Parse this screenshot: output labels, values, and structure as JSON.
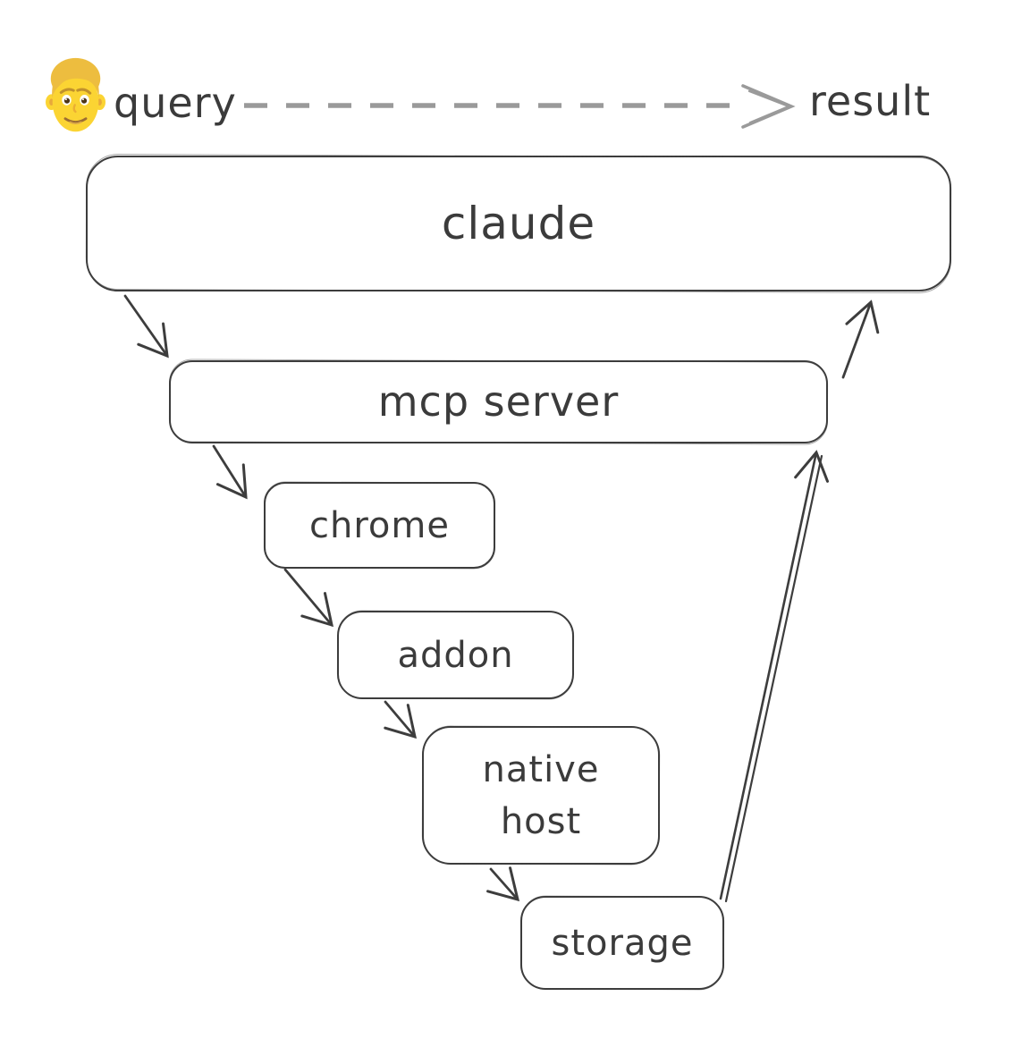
{
  "diagram": {
    "actor": {
      "icon": "man-emoji",
      "query_label": "query",
      "result_label": "result"
    },
    "nodes": [
      {
        "id": "claude",
        "label": "claude"
      },
      {
        "id": "mcp-server",
        "label": "mcp server"
      },
      {
        "id": "chrome",
        "label": "chrome"
      },
      {
        "id": "addon",
        "label": "addon"
      },
      {
        "id": "native-host",
        "label": "native host"
      },
      {
        "id": "storage",
        "label": "storage"
      }
    ],
    "edges": [
      {
        "from": "query",
        "to": "result",
        "style": "dashed",
        "color": "#9a9a9a"
      },
      {
        "from": "claude",
        "to": "mcp server",
        "style": "solid",
        "direction": "down"
      },
      {
        "from": "mcp server",
        "to": "chrome",
        "style": "solid",
        "direction": "down"
      },
      {
        "from": "chrome",
        "to": "addon",
        "style": "solid",
        "direction": "down"
      },
      {
        "from": "addon",
        "to": "native host",
        "style": "solid",
        "direction": "down"
      },
      {
        "from": "native host",
        "to": "storage",
        "style": "solid",
        "direction": "down"
      },
      {
        "from": "storage",
        "to": "mcp server",
        "style": "solid-double",
        "direction": "up"
      },
      {
        "from": "mcp server",
        "to": "claude",
        "style": "solid",
        "direction": "up"
      }
    ],
    "colors": {
      "stroke": "#3d3d3d",
      "text": "#3b3b3b",
      "muted_stroke": "#9a9a9a",
      "background": "#ffffff",
      "emoji_face": "#FBD433",
      "emoji_hair": "#EDBD3F"
    }
  }
}
